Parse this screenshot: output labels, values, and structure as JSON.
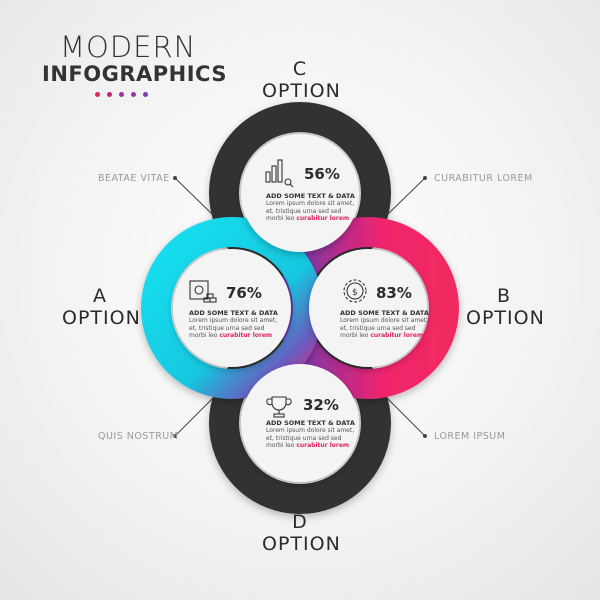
{
  "header": {
    "line1": "MODERN",
    "line2": "INFOGRAPHICS",
    "dot_colors": [
      "#e0245e",
      "#c0267a",
      "#a0309a",
      "#8c36a8",
      "#7a3cb4"
    ]
  },
  "options": {
    "a": {
      "letter": "A",
      "word": "OPTION"
    },
    "b": {
      "letter": "B",
      "word": "OPTION"
    },
    "c": {
      "letter": "C",
      "word": "OPTION"
    },
    "d": {
      "letter": "D",
      "word": "OPTION"
    }
  },
  "side_labels": {
    "top_left": "BEATAE  VITAE",
    "top_right": "CURABITUR LOREM",
    "bottom_left": "QUIS NOSTRUM",
    "bottom_right": "LOREM IPSUM"
  },
  "cards": {
    "top": {
      "pct": "56%",
      "caption": "ADD SOME TEXT & DATA",
      "line1": "Lorem ipsum dolore sit amet,",
      "line2": "et, tristique urna sed sed",
      "line3_plain": "morbi leo",
      "line3_highlight": "curabitur lorem",
      "icon": "bar-chart-icon"
    },
    "left": {
      "pct": "76%",
      "caption": "ADD SOME TEXT & DATA",
      "line1": "Lorem ipsum dolore sit amet,",
      "line2": "et, tristique urna sed sed",
      "line3_plain": "morbi leo",
      "line3_highlight": "curabitur lorem",
      "icon": "safe-icon"
    },
    "right": {
      "pct": "83%",
      "caption": "ADD SOME TEXT & DATA",
      "line1": "Lorem ipsum dolore sit amet,",
      "line2": "et, tristique urna sed sed",
      "line3_plain": "morbi leo",
      "line3_highlight": "curabitur lorem",
      "icon": "gear-dollar-icon"
    },
    "bottom": {
      "pct": "32%",
      "caption": "ADD SOME TEXT & DATA",
      "line1": "Lorem ipsum dolore sit amet,",
      "line2": "et, tristique urna sed sed",
      "line3_plain": "morbi leo",
      "line3_highlight": "curabitur lorem",
      "icon": "trophy-icon"
    }
  },
  "colors": {
    "dark_ring": "#333333",
    "cyan": "#18d6e8",
    "pink": "#f0246e",
    "purple": "#7c3fb0",
    "highlight": "#e0245e"
  }
}
